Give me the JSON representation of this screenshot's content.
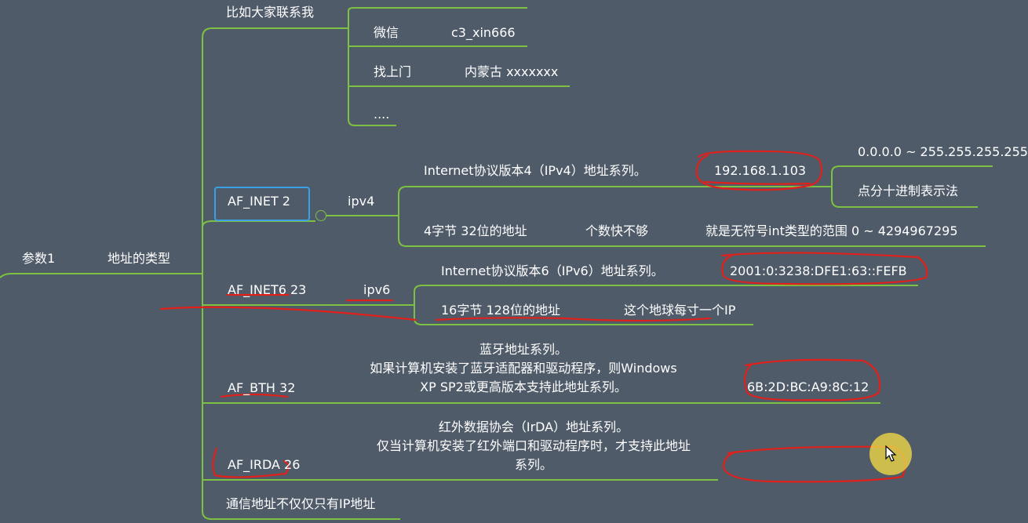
{
  "root": {
    "param_label": "参数1",
    "topic_label": "地址的类型"
  },
  "contact": {
    "title": "比如大家联系我",
    "items": [
      {
        "label": "微信",
        "value": "c3_xin666"
      },
      {
        "label": "找上门",
        "value": "内蒙古 xxxxxxx"
      },
      {
        "label": "....",
        "value": ""
      }
    ]
  },
  "af_inet": {
    "name": "AF_INET  2",
    "version": "ipv4",
    "desc": "Internet协议版本4（IPv4）地址系列。",
    "example": "192.168.1.103",
    "range": "0.0.0.0  ~  255.255.255.255",
    "notation": "点分十进制表示法",
    "bytes": "4字节 32位的地址",
    "count_note": "个数快不够",
    "uint_note": "就是无符号int类型的范围  0 ~ 4294967295"
  },
  "af_inet6": {
    "name": "AF_INET6  23",
    "version": "ipv6",
    "desc": "Internet协议版本6（IPv6）地址系列。",
    "example": "2001:0:3238:DFE1:63::FEFB",
    "bytes": "16字节  128位的地址",
    "note": "这个地球每寸一个IP"
  },
  "af_bth": {
    "name": "AF_BTH  32",
    "desc_line1": "蓝牙地址系列。",
    "desc_line2": "如果计算机安装了蓝牙适配器和驱动程序，则Windows",
    "desc_line3": "XP SP2或更高版本支持此地址系列。",
    "example": "6B:2D:BC:A9:8C:12"
  },
  "af_irda": {
    "name": "AF_IRDA  26",
    "desc_line1": "红外数据协会（IrDA）地址系列。",
    "desc_line2": "仅当计算机安装了红外端口和驱动程序时，才支持此地址",
    "desc_line3": "系列。"
  },
  "footer_note": "通信地址不仅仅只有IP地址",
  "colors": {
    "background": "#505b69",
    "branch": "#7cc142",
    "selection": "#3aa0e8",
    "annotation": "#e0201a",
    "cursor_highlight": "#ecd646"
  }
}
